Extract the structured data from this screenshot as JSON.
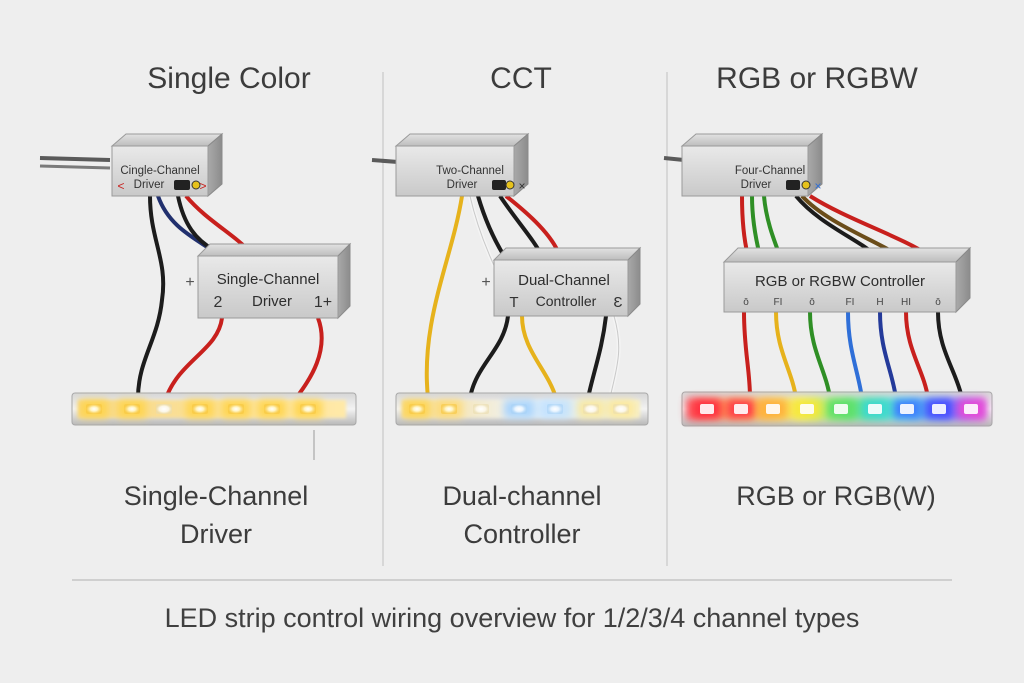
{
  "columns": [
    {
      "title": "Single Color",
      "top_box": {
        "line1": "Cingle-Channel",
        "line2": "Driver",
        "left_mark": "<",
        "right_mark": ">"
      },
      "mid_box": {
        "line1": "Single-Channel",
        "line2": "Driver",
        "left_mark": "2",
        "right_mark": "1+",
        "side_mark": "+"
      },
      "bottom_label": [
        "Single-Channel",
        "Driver"
      ]
    },
    {
      "title": "CCT",
      "top_box": {
        "line1": "Two-Channel",
        "line2": "Driver",
        "left_mark": "",
        "right_mark": "×"
      },
      "mid_box": {
        "line1": "Dual-Channel",
        "line2": "Controller",
        "left_mark": "T",
        "right_mark": "Ɛ",
        "side_mark": "+"
      },
      "bottom_label": [
        "Dual-channel",
        "Controller"
      ]
    },
    {
      "title": "RGB or RGBW",
      "top_box": {
        "line1": "Four-Channel",
        "line2": "Driver",
        "left_mark": "",
        "right_mark": "×"
      },
      "mid_box": {
        "line1": "RGB or RGBW Controller",
        "line2": "",
        "left_mark": "",
        "right_mark": "",
        "side_mark": ""
      },
      "bottom_label": [
        "RGB or RGB(W)"
      ]
    }
  ],
  "footer": "LED strip control wiring overview for 1/2/3/4 channel types",
  "colors": {
    "background": "#eeeeee",
    "box_face": "#d6d6d6",
    "wire_red": "#c8201d",
    "wire_black": "#1c1c1c",
    "wire_yellow": "#e6b21c",
    "wire_green": "#2f8f25",
    "wire_blue": "#2f6fd8",
    "wire_navy": "#243a9a",
    "wire_white": "#f4f4f4",
    "led_warm": "#ffe27a",
    "led_cool": "#dcecff"
  }
}
